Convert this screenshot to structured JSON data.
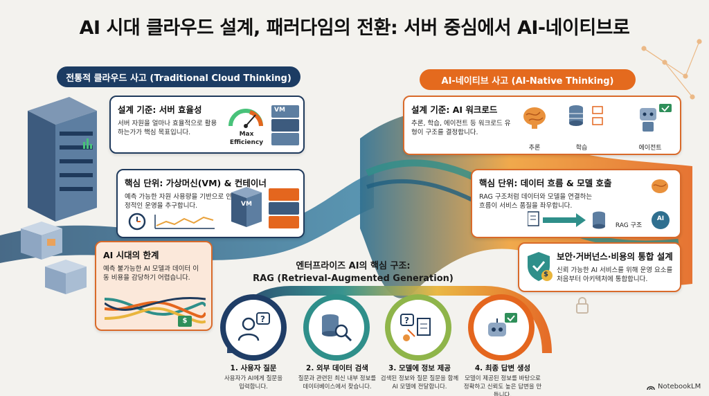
{
  "title": "AI 시대 클라우드 설계, 패러다임의 전환: 서버 중심에서 AI-네이티브로",
  "traditional": {
    "header": "전통적 클라우드 사고 (Traditional Cloud Thinking)",
    "card1": {
      "title": "설계 기준: 서버 효율성",
      "desc": "서버 자원을 얼마나 효율적으로 활용하는가가 핵심 목표입니다.",
      "gauge_label_1": "Max",
      "gauge_label_2": "Efficiency",
      "vm_label": "VM"
    },
    "card2": {
      "title": "핵심 단위: 가상머신(VM) & 컨테이너",
      "desc": "예측 가능한 자원 사용량을 기반으로 안정적인 운영을 추구합니다.",
      "vm_label": "VM"
    },
    "card3": {
      "title": "AI 시대의 한계",
      "desc": "예측 불가능한 AI 모델과 데이터 이동 비용을 감당하기 어렵습니다.",
      "coin": "$"
    }
  },
  "ai_native": {
    "header": "AI-네이티브 사고 (AI-Native Thinking)",
    "card1": {
      "title": "설계 기준: AI 워크로드",
      "desc": "추론, 학습, 에이전트 등 워크로드 유형이 구조를 결정합니다.",
      "labels": [
        "추론",
        "학습",
        "에이전트"
      ]
    },
    "card2": {
      "title": "핵심 단위: 데이터 흐름 & 모델 호출",
      "desc": "RAG 구조처럼 데이터와 모델을 연결하는 흐름이 서비스 품질을 좌우합니다.",
      "rag_label": "RAG 구조",
      "ai_label": "AI"
    },
    "card3": {
      "title": "보안·거버넌스·비용의 통합 설계",
      "desc": "신뢰 가능한 AI 서비스를 위해 운영 요소를 처음부터 아키텍처에 통합합니다.",
      "coin": "$"
    }
  },
  "rag": {
    "title_line1": "엔터프라이즈 AI의 핵심 구조:",
    "title_line2": "RAG (Retrieval-Augmented Generation)",
    "steps": [
      {
        "title": "1. 사용자 질문",
        "desc": "사용자가 AI에게 질문을 입력합니다."
      },
      {
        "title": "2. 외부 데이터 검색",
        "desc": "질문과 관련된 최신 내부 정보를 데이터베이스에서 찾습니다."
      },
      {
        "title": "3. 모델에 정보 제공",
        "desc": "검색된 정보와 질문 질문을 함께 AI 모델에 전달합니다."
      },
      {
        "title": "4. 최종 답변 생성",
        "desc": "모델이 제공된 정보를 바탕으로 정확하고 신뢰도 높은 답변을 만듭니다."
      }
    ]
  },
  "watermark": "NotebookLM",
  "colors": {
    "navy": "#1c3c63",
    "orange": "#e46a1e",
    "teal": "#2f8f8a",
    "yellow": "#e9b53c"
  }
}
